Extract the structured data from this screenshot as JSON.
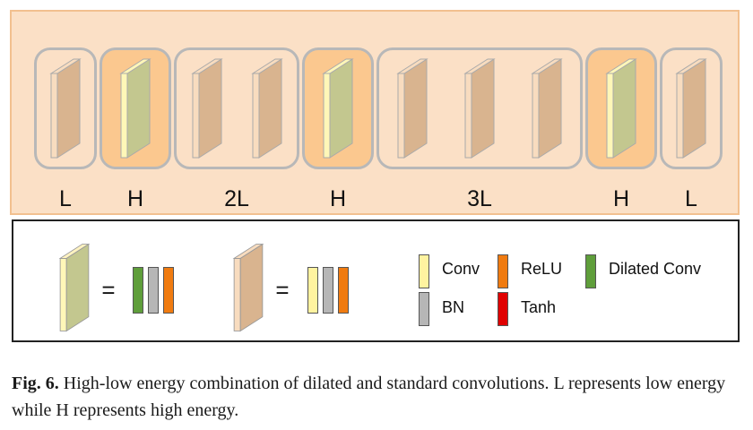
{
  "diagram": {
    "groups": [
      {
        "label": "L",
        "energy": "low",
        "blocks": [
          "standard"
        ]
      },
      {
        "label": "H",
        "energy": "high",
        "blocks": [
          "dilated"
        ]
      },
      {
        "label": "2L",
        "energy": "low",
        "blocks": [
          "standard",
          "standard"
        ]
      },
      {
        "label": "H",
        "energy": "high",
        "blocks": [
          "dilated"
        ]
      },
      {
        "label": "3L",
        "energy": "low",
        "blocks": [
          "standard",
          "standard",
          "standard"
        ]
      },
      {
        "label": "H",
        "energy": "high",
        "blocks": [
          "dilated"
        ]
      },
      {
        "label": "L",
        "energy": "low",
        "blocks": [
          "standard"
        ]
      }
    ]
  },
  "legend": {
    "equals_sign": "=",
    "dilated_block_composition": [
      "Dilated Conv",
      "BN",
      "ReLU"
    ],
    "standard_block_composition": [
      "Conv",
      "BN",
      "ReLU"
    ],
    "layer_types": [
      {
        "name": "Conv",
        "color": "#fff3a0"
      },
      {
        "name": "ReLU",
        "color": "#f07b10"
      },
      {
        "name": "Dilated Conv",
        "color": "#5f9e3b"
      },
      {
        "name": "BN",
        "color": "#b6b6b6"
      },
      {
        "name": "Tanh",
        "color": "#e00000"
      }
    ]
  },
  "colors": {
    "panel_background": "#fbe0c6",
    "high_group_fill": "#fbc88f",
    "group_border": "#b8b8b8",
    "standard_block_face": "#d9b48f",
    "dilated_block_face": "#c3c78f",
    "block_edge": "#fff7b8"
  },
  "caption": {
    "label": "Fig. 6.",
    "text": " High-low energy combination of dilated and standard convolutions. L represents low energy while H represents high energy."
  }
}
